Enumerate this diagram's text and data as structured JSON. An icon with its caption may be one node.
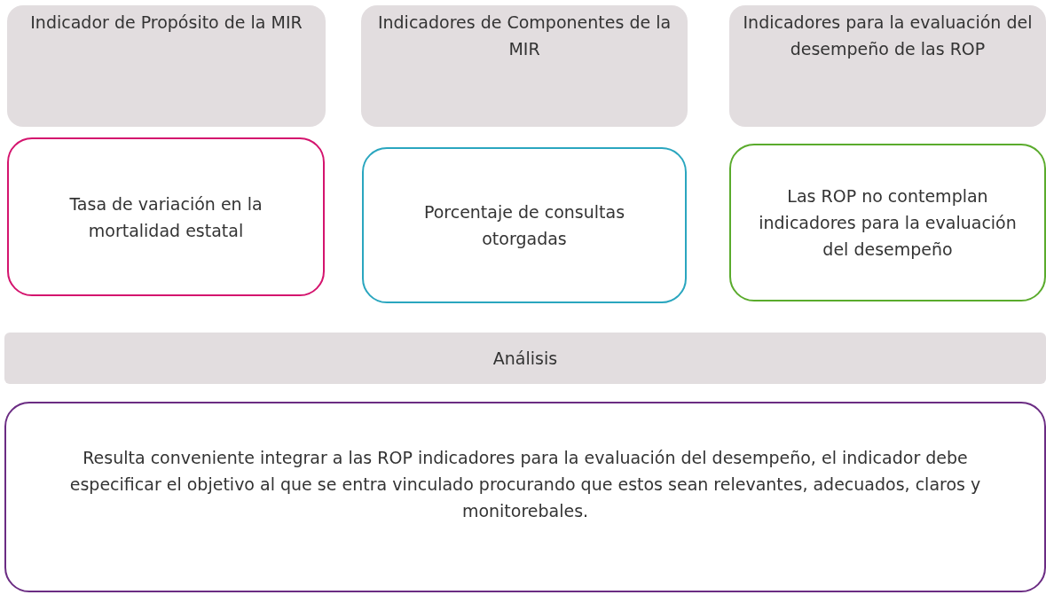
{
  "diagram": {
    "nodes": [
      {
        "text": [
          "Indicador de Propósito de la MIR"
        ]
      },
      {
        "text": [
          "Indicadores de Componentes de la MIR"
        ]
      },
      {
        "text": [
          "Indicadores para la evaluación del desempeño de las ROP"
        ]
      },
      {
        "text": [
          "Tasa de variación en la mortalidad estatal"
        ]
      },
      {
        "text": [
          "Porcentaje de consultas otorgadas"
        ]
      },
      {
        "text": [
          "Las ROP no contemplan indicadores para la evaluación del desempeño"
        ]
      },
      {
        "text": [
          "Análisis"
        ]
      },
      {
        "text": [
          "Resulta conveniente integrar a las ROP indicadores para la evaluación del desempeño, el indicador debe especificar el objetivo al que se entra vinculado procurando que estos sean relevantes, adecuados, claros y monitorebales."
        ]
      }
    ]
  }
}
